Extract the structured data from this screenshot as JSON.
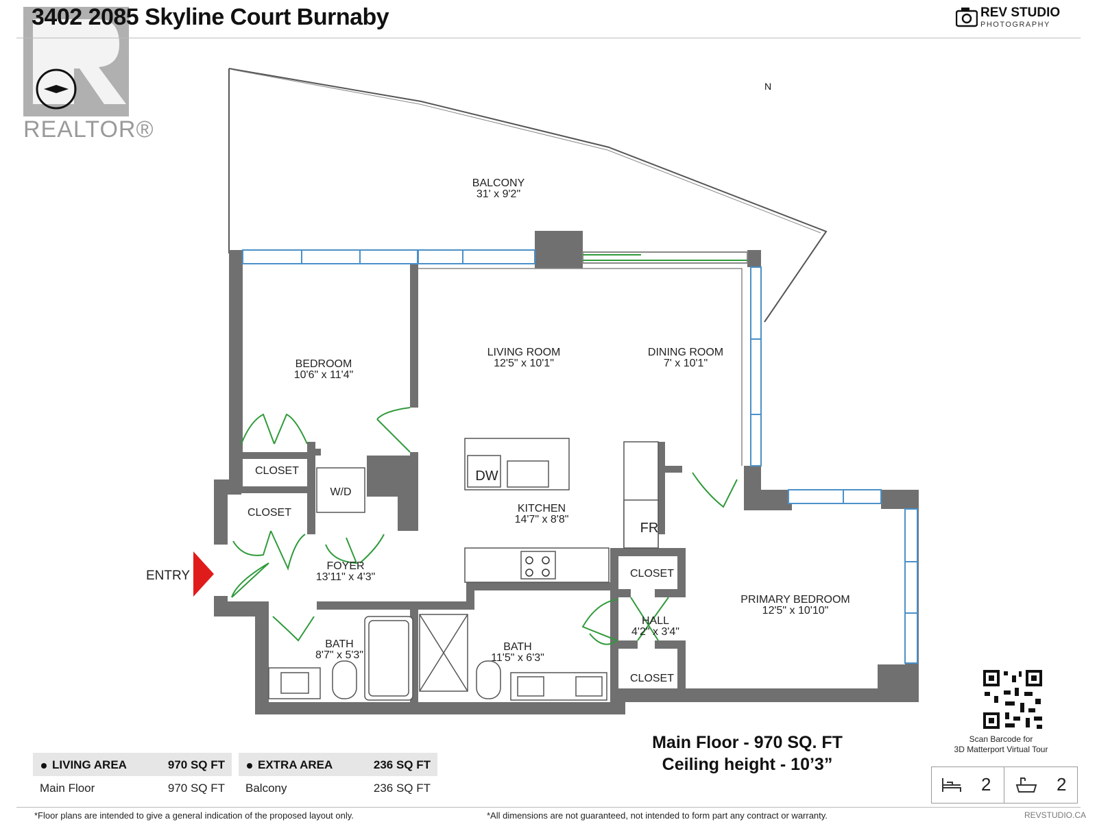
{
  "header": {
    "title": "3402 2085 Skyline Court Burnaby",
    "studio_name": "REV STUDIO",
    "studio_sub": "PHOTOGRAPHY",
    "realtor_text": "REALTOR®",
    "compass_letter": "N"
  },
  "rooms": {
    "balcony": {
      "name": "BALCONY",
      "dims": "31' x 9'2\""
    },
    "bedroom": {
      "name": "BEDROOM",
      "dims": "10'6\" x 11'4\""
    },
    "living": {
      "name": "LIVING ROOM",
      "dims": "12'5\" x 10'1\""
    },
    "dining": {
      "name": "DINING ROOM",
      "dims": "7' x 10'1\""
    },
    "kitchen": {
      "name": "KITCHEN",
      "dims": "14'7\" x 8'8\""
    },
    "foyer": {
      "name": "FOYER",
      "dims": "13'11\" x 4'3\""
    },
    "bath1": {
      "name": "BATH",
      "dims": "8'7\" x 5'3\""
    },
    "bath2": {
      "name": "BATH",
      "dims": "11'5\" x 6'3\""
    },
    "hall": {
      "name": "HALL",
      "dims": "4'2\" x 3'4\""
    },
    "primary": {
      "name": "PRIMARY BEDROOM",
      "dims": "12'5\" x 10'10\""
    },
    "closet_bed": "CLOSET",
    "closet_foyer": "CLOSET",
    "closet_hall_top": "CLOSET",
    "closet_hall_bottom": "CLOSET",
    "wd": "W/D",
    "dw": "DW",
    "fr": "FR",
    "entry": "ENTRY"
  },
  "summary": {
    "main_floor": "Main Floor - 970 SQ. FT",
    "ceiling": "Ceiling height - 10’3”"
  },
  "qr": {
    "caption_line1": "Scan Barcode for",
    "caption_line2": "3D Matterport Virtual Tour"
  },
  "areas": {
    "living": {
      "header": "LIVING AREA",
      "header_value": "970 SQ FT",
      "row_label": "Main Floor",
      "row_value": "970 SQ FT"
    },
    "extra": {
      "header": "EXTRA AREA",
      "header_value": "236 SQ FT",
      "row_label": "Balcony",
      "row_value": "236 SQ FT"
    }
  },
  "counts": {
    "bedrooms": "2",
    "bathrooms": "2",
    "bed_icon": "bed-icon",
    "bath_icon": "bathtub-icon"
  },
  "footer": {
    "disclaimer_left": "*Floor plans are intended to give a general indication of the proposed layout only.",
    "disclaimer_right": "*All dimensions are not guaranteed, not intended to form part any contract or warranty.",
    "site": "REVSTUDIO.CA"
  },
  "colors": {
    "wall": "#707070",
    "door": "#2f9a3a",
    "window": "#4a90c8",
    "entry_arrow": "#e01b1b"
  }
}
